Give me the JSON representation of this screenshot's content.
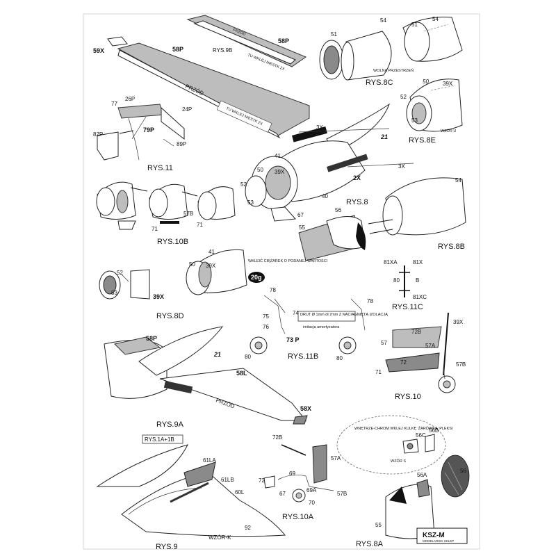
{
  "figures": {
    "rys9b": {
      "caption": "RYS.9B",
      "part_58p": "58P",
      "part_59x": "59X",
      "edge_text": "FRZÓD",
      "glue_text": "TU WKLEJ NIESTK 2X"
    },
    "rys11": {
      "caption": "RYS.11",
      "p26": "26P",
      "p24": "24P",
      "p77": "77",
      "p82": "82P",
      "p79": "79P",
      "p89": "89P"
    },
    "wing": {
      "p58": "58P",
      "front": "PRZÓD",
      "glue": "TU WKLEJ NIESTK 2X"
    },
    "rys8c": {
      "caption": "RYS.8C",
      "p51": "51",
      "p54": "54",
      "gap": "WOLNA PRZESTRZEŃ"
    },
    "rys8e": {
      "caption": "RYS.8E",
      "p50": "50",
      "p39x": "39X",
      "p52": "52",
      "p53": "53",
      "pattern": "WZÓR U"
    },
    "rys8": {
      "caption": "RYS.8",
      "p21": "21",
      "p41": "41",
      "p50": "50",
      "p39x": "39X",
      "p52": "52",
      "p53": "53",
      "p40": "40",
      "p67": "67",
      "x2": "2X",
      "x3a": "3X",
      "x3b": "3X"
    },
    "rys10b": {
      "caption": "RYS.10B",
      "p57b": "57B",
      "p71a": "71",
      "p71b": "71"
    },
    "rys8b": {
      "caption": "RYS.8B",
      "p54": "54",
      "p56": "56",
      "p55": "55"
    },
    "rys8d": {
      "caption": "RYS.8D",
      "p41": "41",
      "p50": "50",
      "p39x": "39X",
      "p52": "52",
      "p53": "53",
      "weight_note": "WKLEIĆ CIĘŻAREK O PODANEJ WARTOŚCI",
      "weight": "20g"
    },
    "rys11c": {
      "caption": "RYS.11C",
      "p81xa": "81XA",
      "p81x": "81X",
      "p81xc": "81XC",
      "b": "B",
      "p80": "80"
    },
    "rys11b": {
      "caption": "RYS.11B",
      "p78a": "78",
      "p78b": "78",
      "p75": "75",
      "p74": "74",
      "p76": "76",
      "p73": "73 P",
      "p80a": "80",
      "p80b": "80",
      "wire_note": "DRUT Ø 1mm dł.7mm Z NACIĄGNIĘTĄ IZOLACJĄ",
      "damper_note": "imitacja amortyzatora"
    },
    "rys10": {
      "caption": "RYS.10",
      "p39x": "39X",
      "p72b": "72B",
      "p57": "57",
      "p57a": "57A",
      "p72": "72",
      "p71": "71",
      "p57b": "57B"
    },
    "rys9a": {
      "caption": "RYS.9A",
      "p58p": "58P",
      "p21": "21",
      "p58l": "58L",
      "front": "PRZÓD",
      "p58x": "58X"
    },
    "rys9": {
      "caption": "RYS.9",
      "ref": "RYS.1A+1B",
      "p61la": "61LA",
      "p61lb": "61LB",
      "p60l": "60L",
      "p92": "92",
      "pattern": "WZÓR-K"
    },
    "rys10a": {
      "caption": "RYS.10A",
      "p72b": "72B",
      "p57a": "57A",
      "p69": "69",
      "p72": "72",
      "p69a": "69A",
      "p67": "67",
      "p70": "70",
      "p57b": "57B"
    },
    "rys8a": {
      "caption": "RYS.8A",
      "note": "WNĘTRZE-CHROM WKLEJ KULKĘ 'ŻARÓWKA' PLEKSI",
      "p56b": "56B",
      "p56c": "56C",
      "pattern": "WZÓR S",
      "p56a": "56A",
      "p55": "55",
      "p56": "56"
    }
  },
  "logo": {
    "name": "KSZ-M",
    "tagline": "MODELARSKI SKLEP"
  },
  "colors": {
    "ink": "#111111",
    "grey": "#bdbdbd",
    "dark_grey": "#8a8a8a",
    "paper": "#ffffff"
  }
}
